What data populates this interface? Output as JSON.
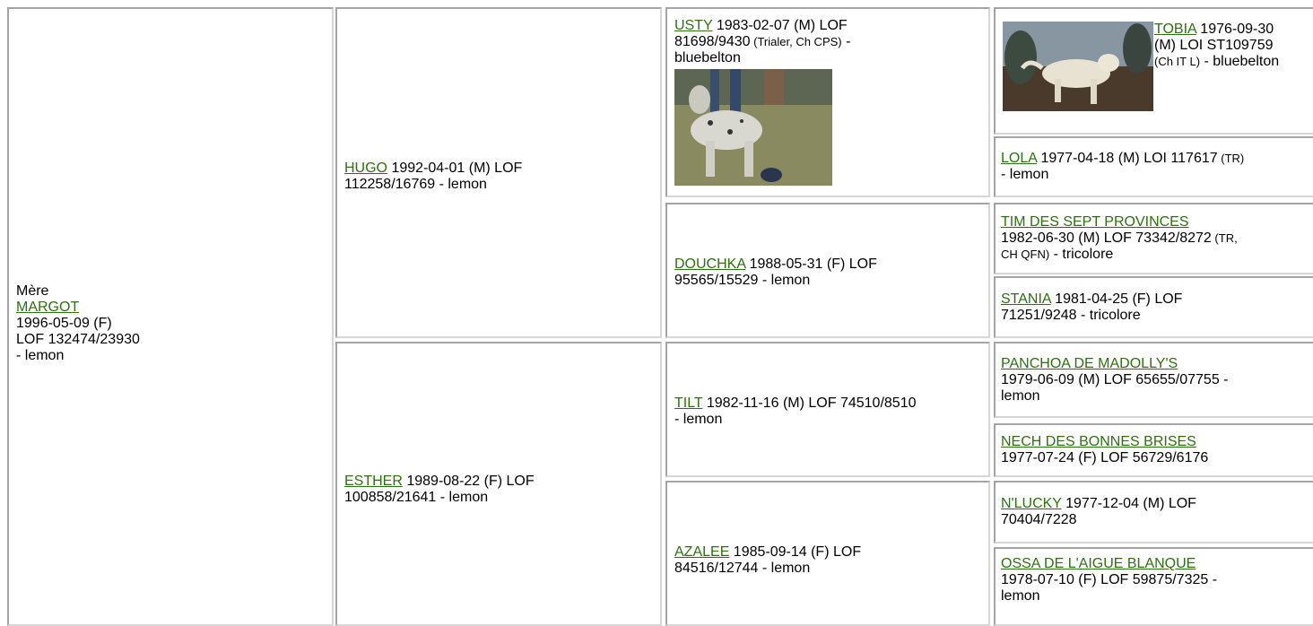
{
  "mere": {
    "role": "Mère",
    "name": "MARGOT",
    "date": "1996-05-09 (F)",
    "reg": "LOF 132474/23930",
    "color": "- lemon"
  },
  "gen2": [
    {
      "name": "HUGO",
      "line1": " 1992-04-01 (M) LOF",
      "line2": "112258/16769 - lemon"
    },
    {
      "name": "ESTHER",
      "line1": " 1989-08-22 (F) LOF",
      "line2": "100858/21641 - lemon"
    }
  ],
  "gen3": [
    {
      "name": "USTY",
      "line1": " 1983-02-07 (M) LOF",
      "line2": "81698/9430",
      "titles": " (Trialer, Ch CPS)",
      "line2b": " -",
      "line3": "bluebelton",
      "photo": "usty-dog-photo"
    },
    {
      "name": "DOUCHKA",
      "line1": " 1988-05-31 (F) LOF",
      "line2": "95565/15529 - lemon"
    },
    {
      "name": "TILT",
      "line1": " 1982-11-16 (M) LOF 74510/8510",
      "line2": "- lemon"
    },
    {
      "name": "AZALEE",
      "line1": " 1985-09-14 (F) LOF",
      "line2": "84516/12744 - lemon"
    }
  ],
  "gen4": [
    {
      "name": "TOBIA",
      "line1": " 1976-09-30",
      "line2": "(M) LOI ST109759",
      "titles": "(Ch IT L)",
      "line3": " - bluebelton",
      "photo": "tobia-dog-photo"
    },
    {
      "name": "LOLA",
      "line1": " 1977-04-18 (M) LOI 117617",
      "titles": " (TR)",
      "line2": "- lemon"
    },
    {
      "name": "TIM DES SEPT PROVINCES",
      "line1": "1982-06-30 (M) LOF 73342/8272",
      "titles": " (TR,",
      "titles2": "CH QFN)",
      "line2": " - tricolore"
    },
    {
      "name": "STANIA",
      "line1": " 1981-04-25 (F) LOF",
      "line2": "71251/9248 - tricolore"
    },
    {
      "name": "PANCHOA DE MADOLLY'S",
      "line1": "1979-06-09 (M) LOF 65655/07755 -",
      "line2": "lemon"
    },
    {
      "name": "NECH DES BONNES BRISES",
      "line1": "1977-07-24 (F) LOF 56729/6176"
    },
    {
      "name": "N'LUCKY",
      "line1": " 1977-12-04 (M) LOF",
      "line2": "70404/7228"
    },
    {
      "name": "OSSA DE L'AIGUE BLANQUE",
      "line1": "1978-07-10 (F) LOF 59875/7325 -",
      "line2": "lemon"
    }
  ]
}
